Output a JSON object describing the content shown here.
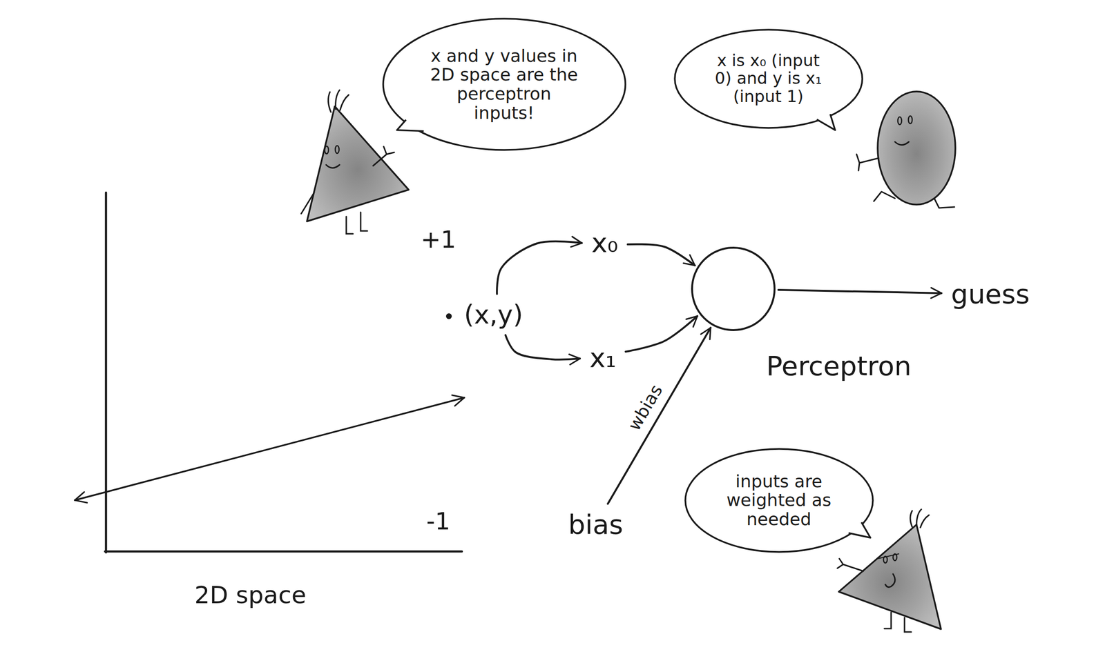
{
  "diagram": {
    "nodes": [
      {
        "text": [
          "x and y values in 2D space are the perceptron inputs!"
        ]
      },
      {
        "text": [
          "x is x₀ (input 0) and y is x₁ (input 1)"
        ]
      },
      {
        "text": [
          "x₀"
        ]
      },
      {
        "text": [
          "Perceptron"
        ]
      },
      {
        "text": [
          "guess"
        ]
      },
      {
        "text": [
          "(x,y)"
        ]
      },
      {
        "text": [
          "x₁"
        ]
      },
      {
        "text": [
          "bias"
        ]
      },
      {
        "text": [
          "inputs are weighted as needed"
        ]
      }
    ],
    "edges": [
      {
        "from": 5,
        "to": 2,
        "arrow": "to"
      },
      {
        "from": 5,
        "to": 6,
        "arrow": "to"
      },
      {
        "from": 2,
        "to": 3,
        "arrow": "to"
      },
      {
        "from": 6,
        "to": 3,
        "arrow": "to"
      },
      {
        "from": 7,
        "to": 3,
        "label": "wbias",
        "arrow": "to"
      },
      {
        "from": 3,
        "to": 4,
        "arrow": "to"
      }
    ],
    "labels": [
      "+1",
      "-1",
      "2D space"
    ]
  }
}
